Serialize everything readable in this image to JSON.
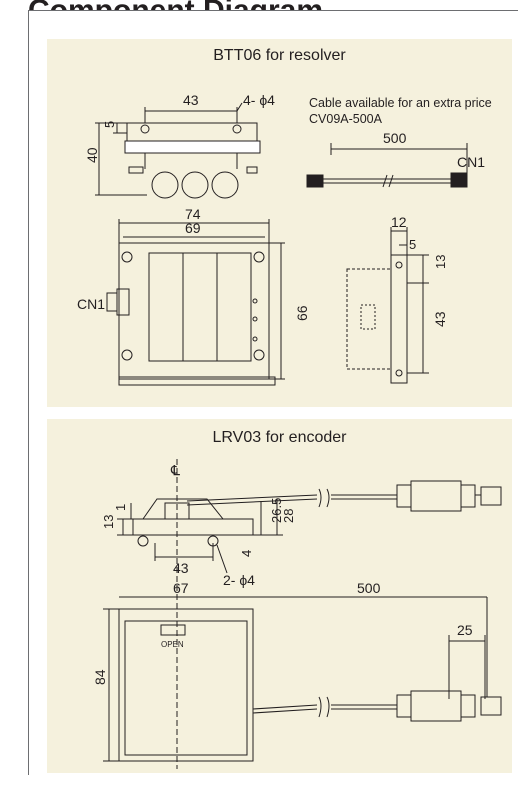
{
  "header": {
    "title": "Component Diagram"
  },
  "colors": {
    "panel_bg": "#f5f1dd",
    "line": "#231f20",
    "frame": "#6d6e71"
  },
  "btt06": {
    "title": "BTT06 for resolver",
    "cable_note_line1": "Cable available for an extra price",
    "cable_note_line2": "CV09A-500A",
    "dims": {
      "top_width": "43",
      "hole": "4- ϕ4",
      "offset": "5",
      "height": "40",
      "cable_length": "500",
      "connector": "CN1",
      "width_outer": "74",
      "width_inner": "69",
      "height_side": "66",
      "side_depth": "12",
      "side_small": "5",
      "side_13": "13",
      "side_43": "43",
      "left_connector": "CN1"
    }
  },
  "lrv03": {
    "title": "LRV03 for encoder",
    "dims": {
      "centerline": "℄",
      "d1": "1",
      "d13": "13",
      "d26_5": "26.5",
      "d28": "28",
      "d43": "43",
      "d4": "4",
      "hole": "2- ϕ4",
      "d67": "67",
      "d500": "500",
      "d25": "25",
      "d84": "84",
      "open_label": "OPEN"
    }
  }
}
